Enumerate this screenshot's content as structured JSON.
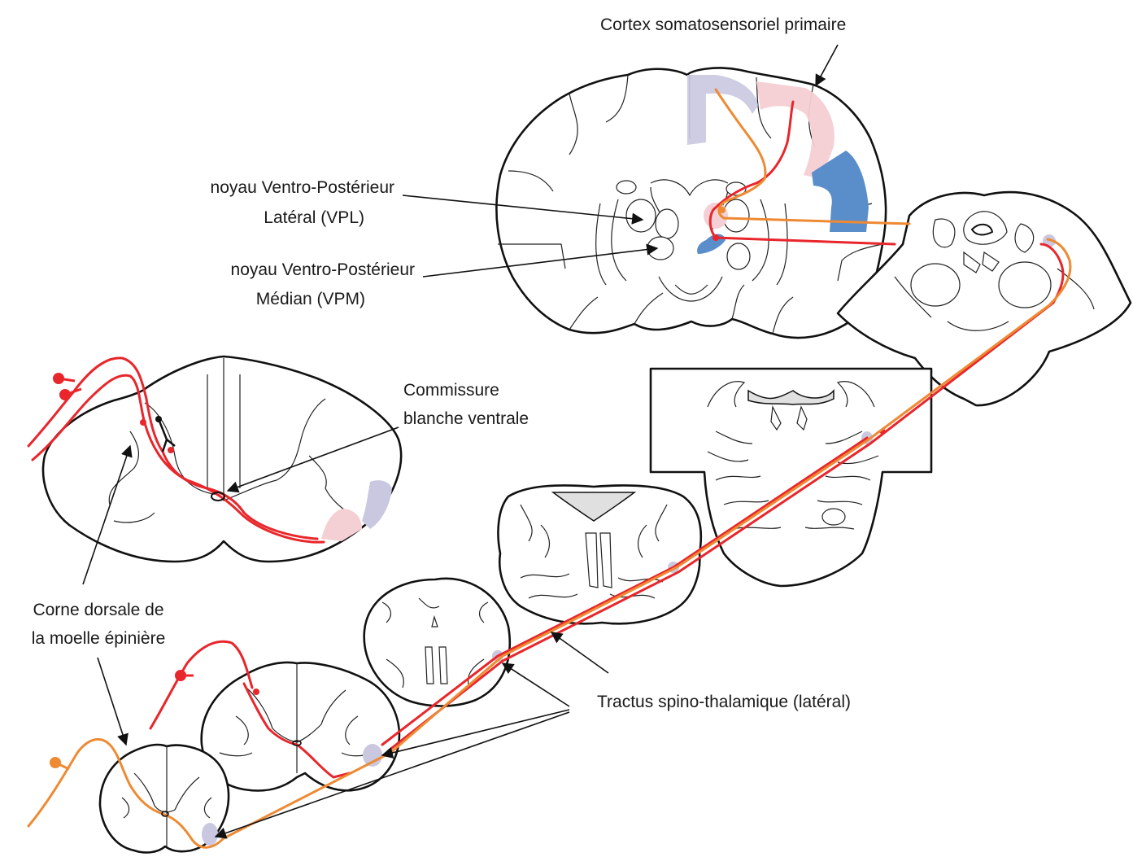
{
  "labels": {
    "cortex": "Cortex somatosensoriel primaire",
    "vpl_line1": "noyau Ventro-Postérieur",
    "vpl_line2": "Latéral (VPL)",
    "vpm_line1": "noyau Ventro-Postérieur",
    "vpm_line2": "Médian (VPM)",
    "commissure_line1": "Commissure",
    "commissure_line2": "blanche ventrale",
    "dorsal_horn_line1": "Corne dorsale de",
    "dorsal_horn_line2": "la moelle épinière",
    "tract": "Tractus spino-thalamique (latéral)"
  },
  "colors": {
    "red_pathway": "#e8262b",
    "orange_pathway": "#ee8a33",
    "blue_area": "#5a8ecb",
    "lavender_area": "#c9c8e0",
    "pink_area": "#f4cfd3",
    "outline": "#111111"
  }
}
